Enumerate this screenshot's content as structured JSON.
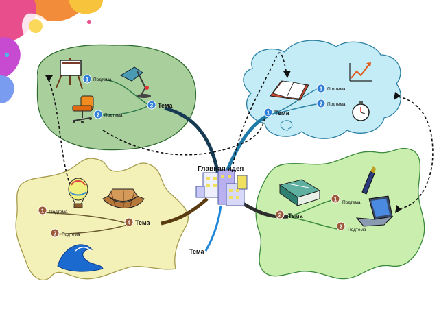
{
  "central": {
    "label": "Главная идея"
  },
  "badge_colors": {
    "blue": "#2f7fd8",
    "brown": "#9a5a3a"
  },
  "region_colors": {
    "green_top": "#a9cf9d",
    "blue_cloud": "#c4ecf6",
    "yellow": "#f3f0b8",
    "green_right": "#c9eeae"
  },
  "branches": {
    "green_top": {
      "topic": {
        "num": "3",
        "label": "Тема"
      },
      "subs": [
        {
          "num": "1",
          "label": "Подтема"
        },
        {
          "num": "2",
          "label": "Подтема"
        }
      ],
      "icons": [
        "easel-icon",
        "desk-lamp-icon",
        "office-chair-icon"
      ]
    },
    "blue_cloud": {
      "topic": {
        "num": "1",
        "label": "Тема"
      },
      "subs": [
        {
          "num": "1",
          "label": "Подтема"
        },
        {
          "num": "2",
          "label": "Подтема"
        }
      ],
      "icons": [
        "open-book-icon",
        "growth-chart-icon",
        "stopwatch-icon"
      ]
    },
    "yellow_left": {
      "topic": {
        "num": "4",
        "label": "Тема"
      },
      "subs": [
        {
          "num": "1",
          "label": "Подтема"
        },
        {
          "num": "2",
          "label": "Подтема"
        }
      ],
      "icons": [
        "hot-air-balloon-icon",
        "boat-icon",
        "wave-icon"
      ]
    },
    "green_right": {
      "topic": {
        "num": "2",
        "label": "Тема"
      },
      "subs": [
        {
          "num": "1",
          "label": "Подтема"
        },
        {
          "num": "2",
          "label": "Подтема"
        }
      ],
      "icons": [
        "books-icon",
        "fountain-pen-icon",
        "laptop-icon"
      ]
    },
    "bottom_free": {
      "topic": {
        "label": "Тема"
      }
    }
  }
}
